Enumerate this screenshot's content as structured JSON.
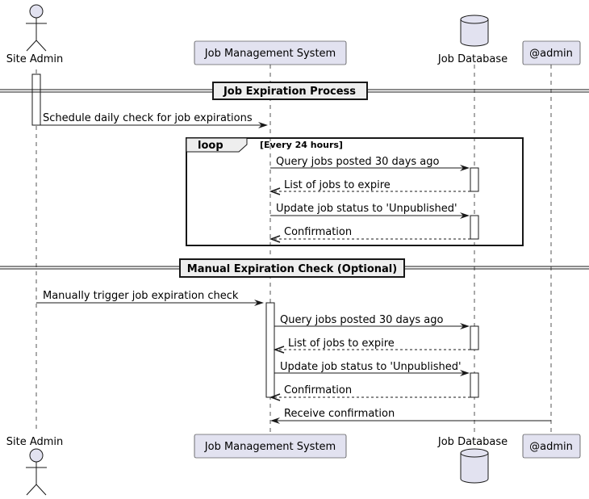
{
  "participants": {
    "site_admin": "Site Admin",
    "job_system": "Job Management System",
    "job_db": "Job Database",
    "admin": "@admin"
  },
  "dividers": {
    "expiration_process": "Job Expiration Process",
    "manual_check": "Manual Expiration Check (Optional)"
  },
  "loop": {
    "keyword": "loop",
    "condition": "[Every 24 hours]"
  },
  "messages": {
    "schedule_check": "Schedule daily check for job expirations",
    "loop_query": "Query jobs posted 30 days ago",
    "loop_list": "List of jobs to expire",
    "loop_update": "Update job status to 'Unpublished'",
    "loop_confirm": "Confirmation",
    "manual_trigger": "Manually trigger job expiration check",
    "manual_query": "Query jobs posted 30 days ago",
    "manual_list": "List of jobs to expire",
    "manual_update": "Update job status to 'Unpublished'",
    "manual_confirm": "Confirmation",
    "receive_confirm": "Receive confirmation"
  },
  "colors": {
    "participant_fill": "#E2E2F0",
    "participant_border": "#181818",
    "divider_fill": "#EEEEEE"
  }
}
